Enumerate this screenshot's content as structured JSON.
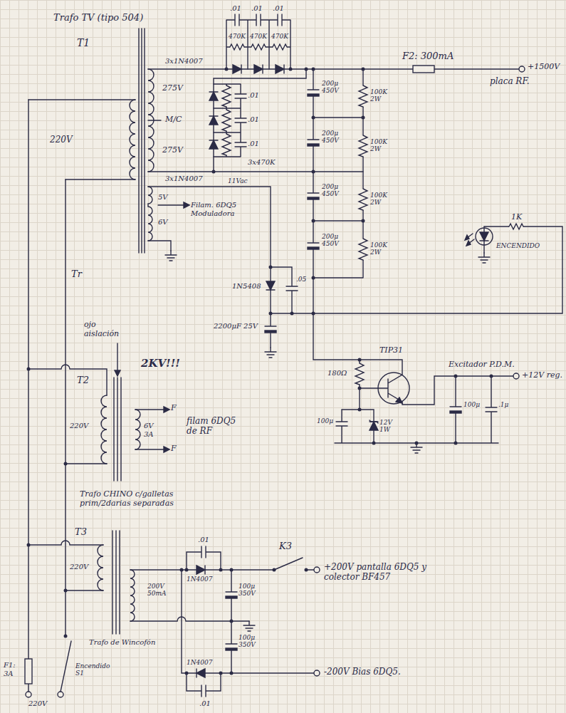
{
  "diagram": {
    "labels": [
      "Trafo TV (tipo 504)",
      "T1",
      ".01",
      ".01",
      ".01",
      "470K",
      "470K",
      "470K",
      "3x1N4007",
      "F2: 300mA",
      "+1500V",
      "placa RF.",
      "220V",
      "275V",
      "M/C",
      "275V",
      ".01",
      ".01",
      ".01",
      "3x470K",
      "3x1N4007",
      "200μ 450V",
      "200μ 450V",
      "200μ 450V",
      "200μ 450V",
      "100K 2W",
      "100K 2W",
      "100K 2W",
      "100K 2W",
      "11Vac",
      "5V",
      "6V",
      "Filam. 6DQ5 Moduladora",
      "1K",
      "ENCENDIDO",
      "1N5408",
      ".05",
      "2200μF 25V",
      "TIP31",
      "+12V reg.",
      "Excitador P.D.M.",
      "180Ω",
      "100μ",
      "12V 1W",
      "100μ",
      ".1μ",
      "Tr",
      "ojo aislación",
      "2KV!!!",
      "T2",
      "220V",
      "F",
      "F",
      "6V 3A",
      "filam 6DQ5 de RF",
      "Trafo CHINO c/galletas prim/2darias separadas",
      "T3",
      "220V",
      "200V 50mA",
      ".01",
      "1N4007",
      "100μ 350V",
      "100μ 350V",
      "1N4007",
      ".01",
      "K3",
      "+200V pantalla 6DQ5 y colector BF457",
      "-200V Bias 6DQ5.",
      "F1: 3A",
      "Trafo de Wincofón",
      "Encendido S1",
      "220V"
    ]
  }
}
